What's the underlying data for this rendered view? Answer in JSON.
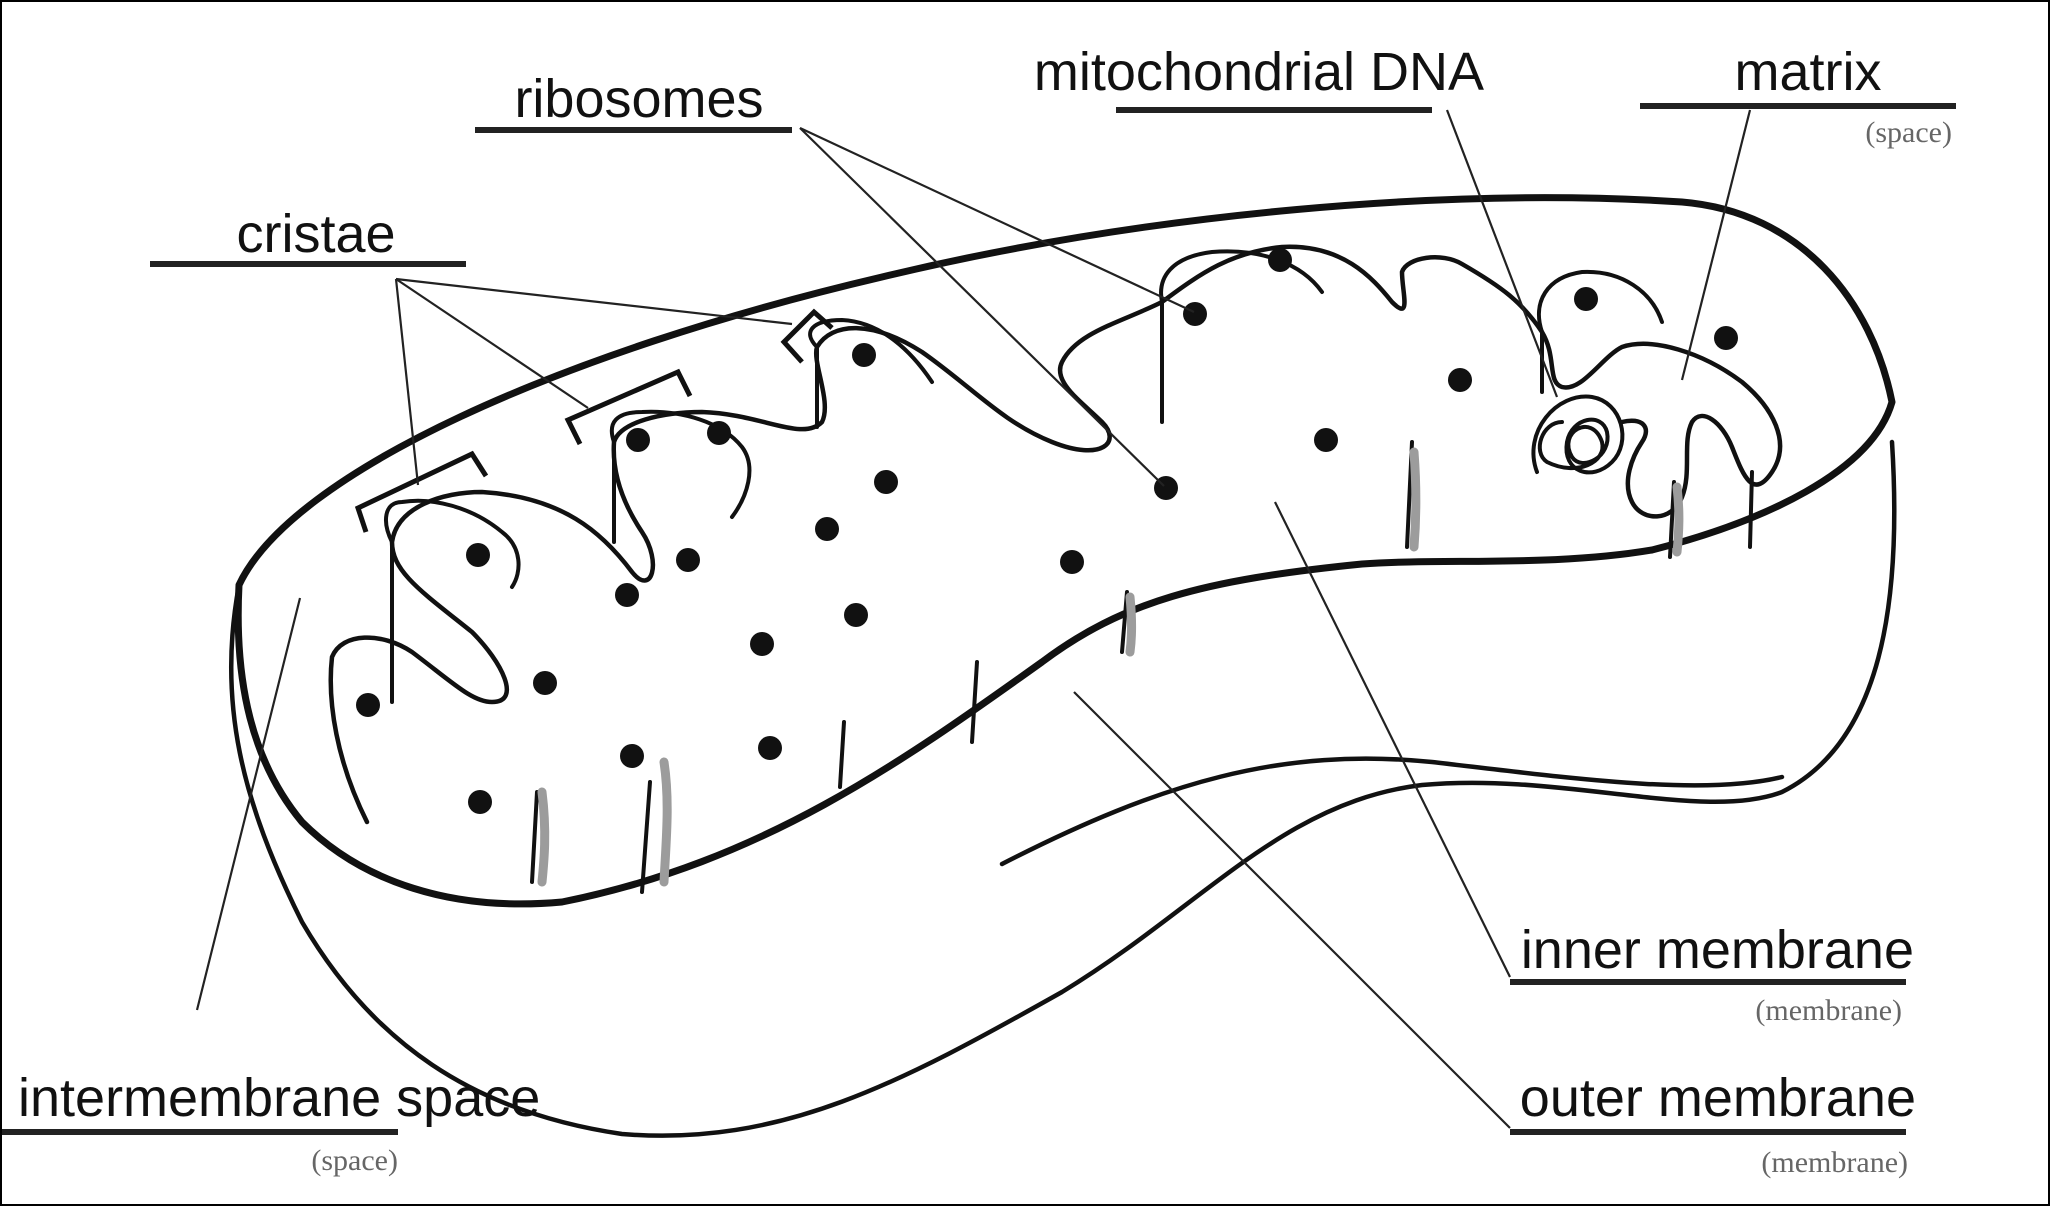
{
  "labels": {
    "cristae": {
      "text": "cristae"
    },
    "ribosomes": {
      "text": "ribosomes"
    },
    "mitochondrial_dna": {
      "text": "mitochondrial DNA"
    },
    "matrix": {
      "text": "matrix",
      "sub": "(space)"
    },
    "inner_membrane": {
      "text": "inner membrane",
      "sub": "(membrane)"
    },
    "outer_membrane": {
      "text": "outer membrane",
      "sub": "(membrane)"
    },
    "intermembrane_space": {
      "text": "intermembrane space",
      "sub": "(space)"
    }
  },
  "colors": {
    "line": "#111111",
    "shadow": "#9c9c9c",
    "sublabel": "#666666",
    "background": "#ffffff"
  }
}
